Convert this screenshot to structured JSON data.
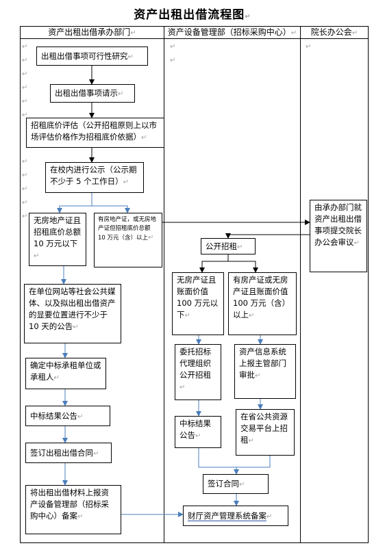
{
  "title": "资产出租出借流程图",
  "lanes": {
    "dept": "资产出租出借承办部门",
    "asset": "资产设备管理部（招标采购中心）",
    "office": "院长办公会"
  },
  "nodes": {
    "feasibility": "出租出借事项可行性研究",
    "request": "出租出借事项请示",
    "pricing": "招租底价评估（公开招租原则上以市场评估价格作为招租底价依据）",
    "publicity": "在校内进行公示（公示期不少于 5 个工作日）",
    "no_cert": "无房地产证且招租底价总额 10 万元以下",
    "has_cert": "有房地产证，或无房地产证但招租底价总额 10 万元（含）以上",
    "announce": "在单位网站等社会公共媒体、以及拟出租出借资产的显要位置进行不少于 10 天的公告",
    "determine": "确定中标承租单位或承租人",
    "result_dept": "中标结果公告",
    "sign_dept": "签订出租出借合同",
    "report": "将出租出借材料上报资产设备管理部（招标采购中心）备案",
    "open_tender": "公开招租",
    "book_low": "无房产证且账面价值 100 万元以下",
    "book_high": "有房产证或无房产证且账面价值 100 万元（含）以上",
    "agency": "委托招标代理组织公开招租",
    "approve": "资产信息系统上报主管部门审批",
    "result_asset": "中标结果公告",
    "platform": "在省公共资源交易平台上招租",
    "sign_asset": "签订合同",
    "filing": "财厅资产管理系统备案",
    "office_review": "由承办部门就资产出租出借事项提交院长办公会审议"
  },
  "para_mark": "↵"
}
